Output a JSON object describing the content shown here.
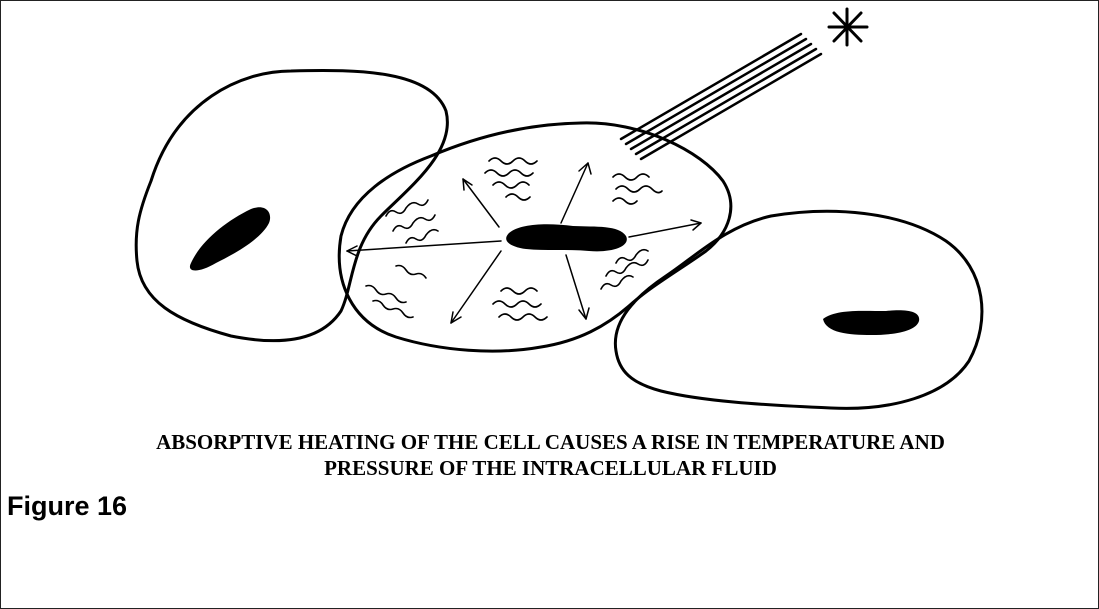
{
  "caption": {
    "line1": "ABSORPTIVE HEATING OF THE CELL CAUSES A RISE IN TEMPERATURE AND",
    "line2": "PRESSURE OF THE INTRACELLULAR FLUID"
  },
  "figure_label": "Figure 16",
  "colors": {
    "ink": "#000000",
    "background": "#ffffff"
  }
}
